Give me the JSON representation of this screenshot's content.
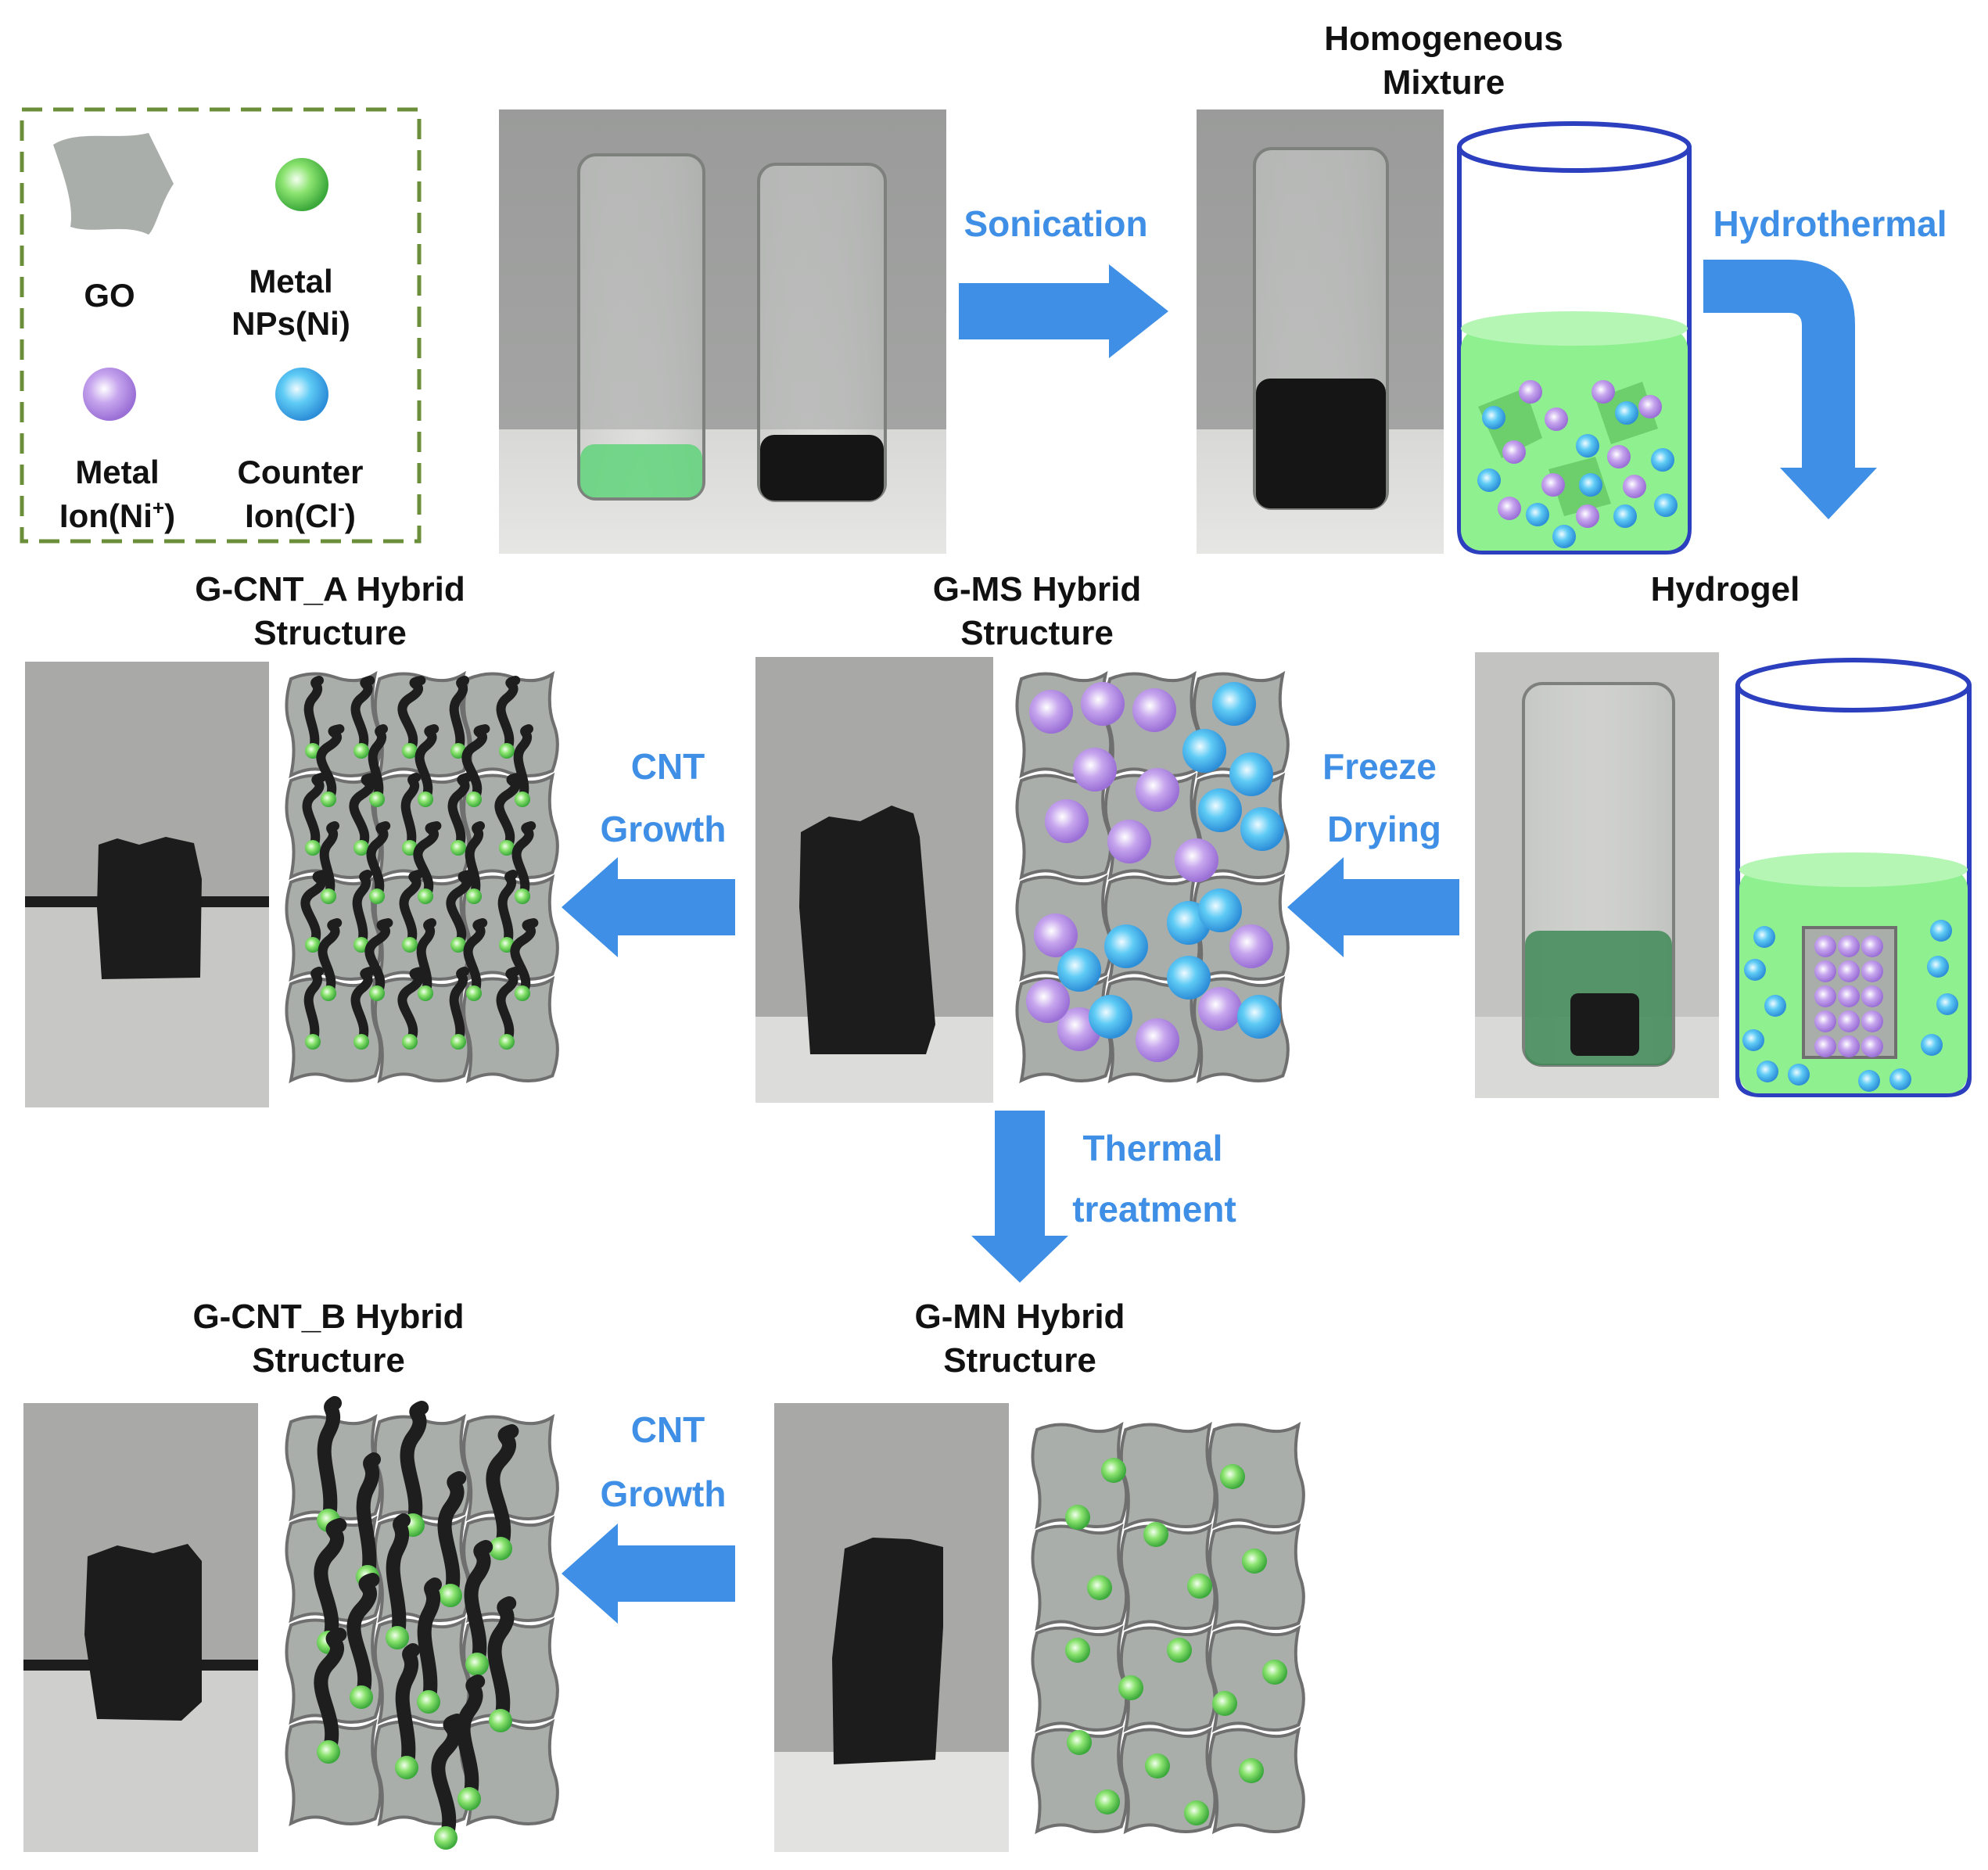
{
  "legend": {
    "go": "GO",
    "metal_nps_1": "Metal",
    "metal_nps_2": "NPs(Ni)",
    "metal_ion_1": "Metal",
    "metal_ion_2a": "Ion(Ni",
    "metal_ion_sup": "+",
    "metal_ion_2b": ")",
    "counter_ion_1": "Counter",
    "counter_ion_2a": "Ion(Cl",
    "counter_ion_sup": "-",
    "counter_ion_2b": ")"
  },
  "steps": {
    "sonication": "Sonication",
    "hydrothermal": "Hydrothermal",
    "freeze_1": "Freeze",
    "freeze_2": "Drying",
    "cnt_growth_top_1": "CNT",
    "cnt_growth_top_2": "Growth",
    "thermal_1": "Thermal",
    "thermal_2": "treatment",
    "cnt_growth_bottom_1": "CNT",
    "cnt_growth_bottom_2": "Growth"
  },
  "captions": {
    "homogeneous_1": "Homogeneous",
    "homogeneous_2": "Mixture",
    "hydrogel": "Hydrogel",
    "gms_1": "G-MS Hybrid",
    "gms_2": "Structure",
    "gcnta_1": "G-CNT_A Hybrid",
    "gcnta_2": "Structure",
    "gmn_1": "G-MN Hybrid",
    "gmn_2": "Structure",
    "gcntb_1": "G-CNT_B Hybrid",
    "gcntb_2": "Structure"
  },
  "colors": {
    "arrow": "#3f8fe6",
    "step_text": "#3f8fe6",
    "go_sheet": "#a9aeaa",
    "sheet_edge": "#6f6f6f",
    "liquid": "#8ff08f",
    "metal_np": "#5fd15f",
    "metal_ion": "#b48be6",
    "counter_ion": "#45b8f0",
    "cnt": "#1e1e1e",
    "legend_border": "#6b8e3a"
  }
}
